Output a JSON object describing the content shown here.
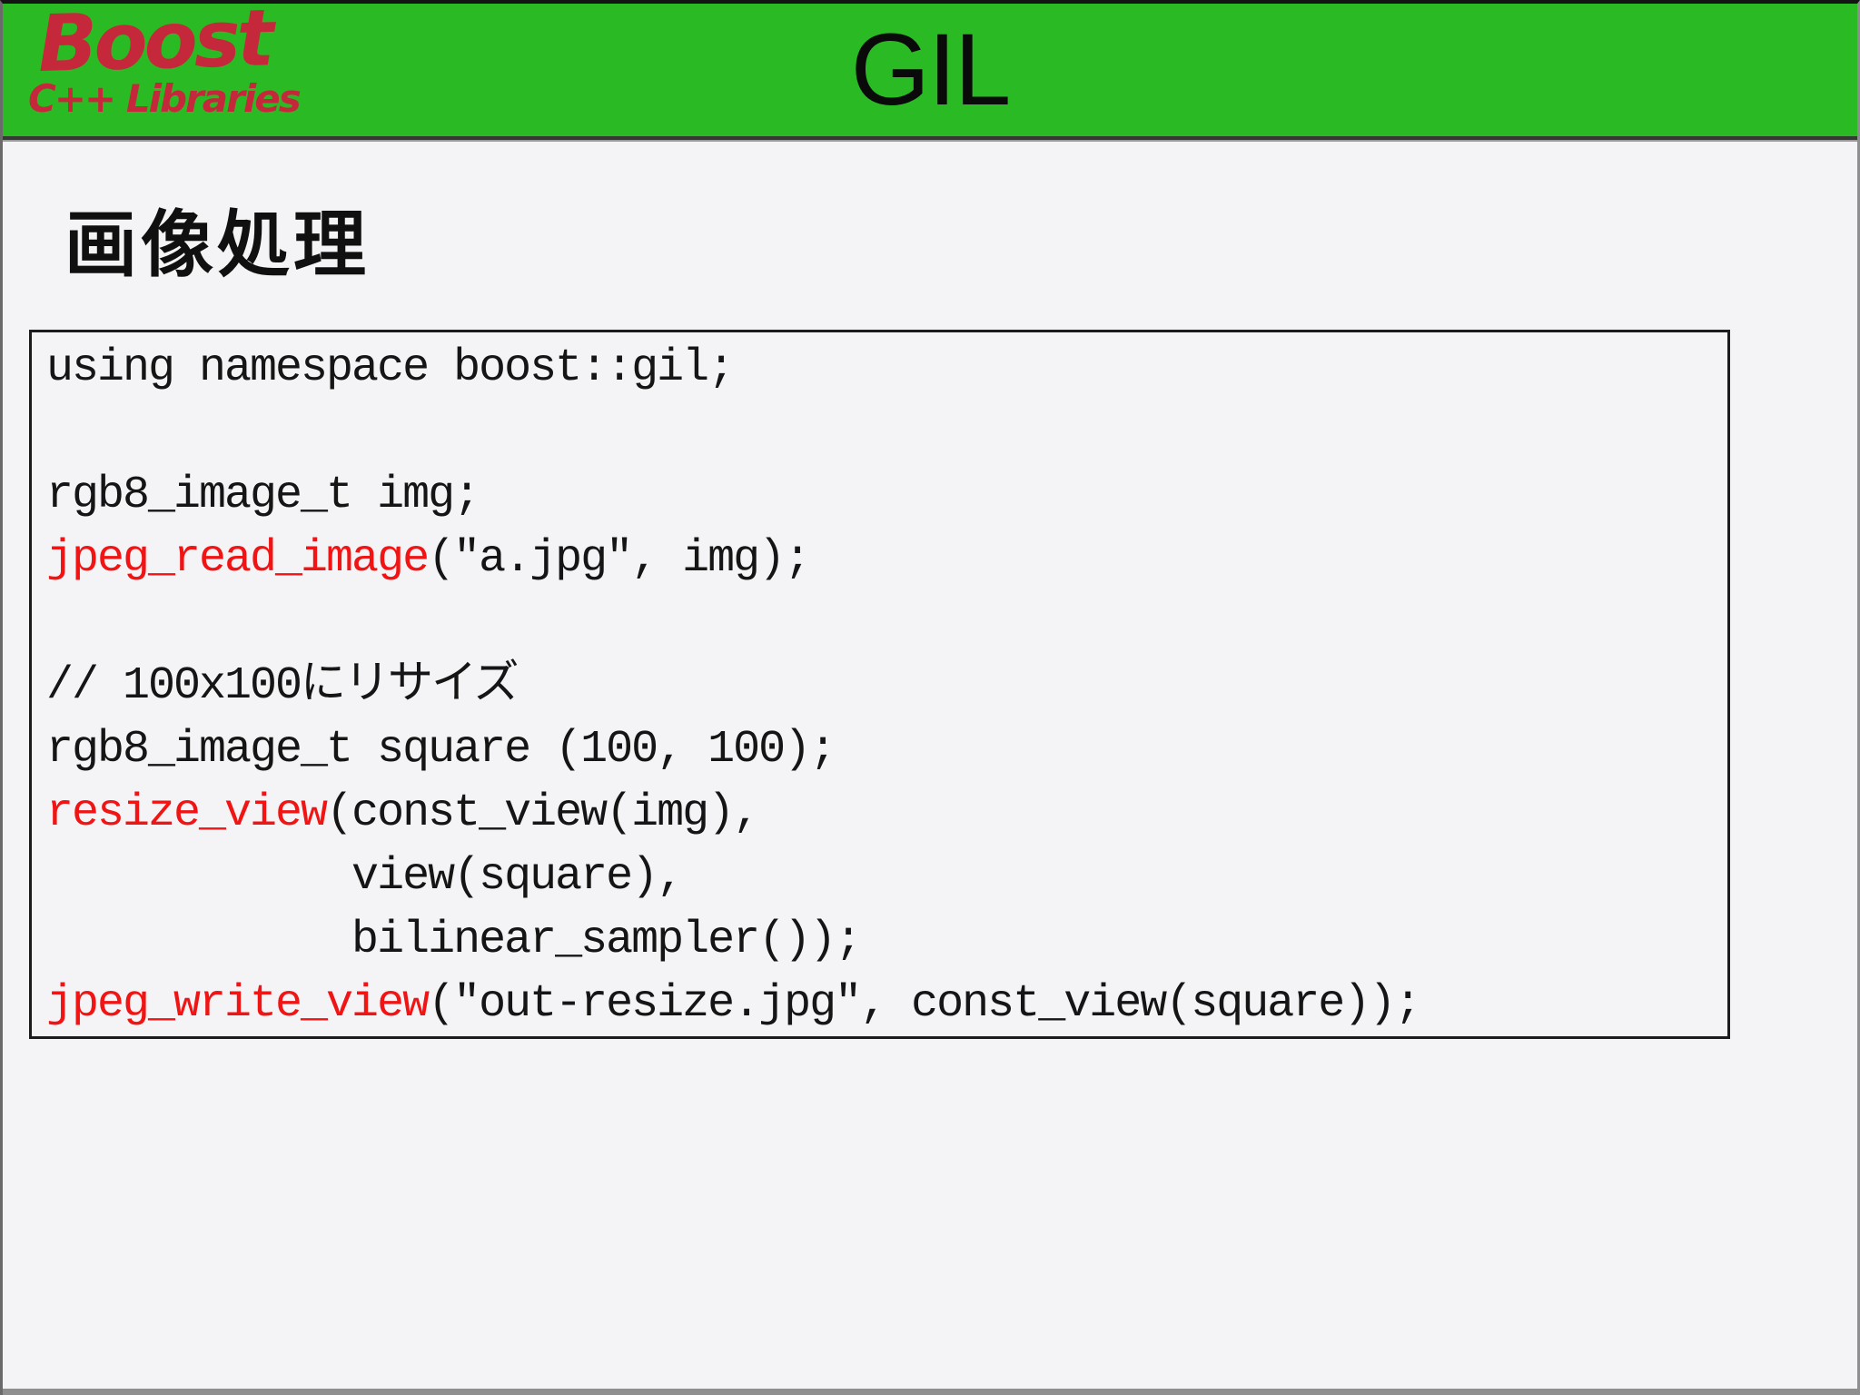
{
  "colors": {
    "header_green": "#2abb24",
    "logo_red": "#c6283b",
    "title_black": "#0a0a0a",
    "body_bg": "#f4f3f5",
    "code_text": "#151515",
    "code_accent": "#f01414",
    "border_dark": "#1c1c1c"
  },
  "header": {
    "logo_title": "Boost",
    "logo_subtitle": "C++ Libraries",
    "title": "GIL"
  },
  "body": {
    "heading": "画像処理"
  },
  "code": {
    "lines": [
      [
        {
          "t": "using namespace boost::gil;",
          "c": "plain"
        }
      ],
      [],
      [
        {
          "t": "rgb8_image_t img;",
          "c": "plain"
        }
      ],
      [
        {
          "t": "jpeg_read_image",
          "c": "accent"
        },
        {
          "t": "(\"a.jpg\", img);",
          "c": "plain"
        }
      ],
      [],
      [
        {
          "t": "// 100x100にリサイズ",
          "c": "plain"
        }
      ],
      [
        {
          "t": "rgb8_image_t square (100, 100);",
          "c": "plain"
        }
      ],
      [
        {
          "t": "resize_view",
          "c": "accent"
        },
        {
          "t": "(const_view(img),",
          "c": "plain"
        }
      ],
      [
        {
          "t": "            view(square),",
          "c": "plain"
        }
      ],
      [
        {
          "t": "            bilinear_sampler());",
          "c": "plain"
        }
      ],
      [
        {
          "t": "jpeg_write_view",
          "c": "accent"
        },
        {
          "t": "(\"out-resize.jpg\", const_view(square));",
          "c": "plain"
        }
      ]
    ]
  }
}
